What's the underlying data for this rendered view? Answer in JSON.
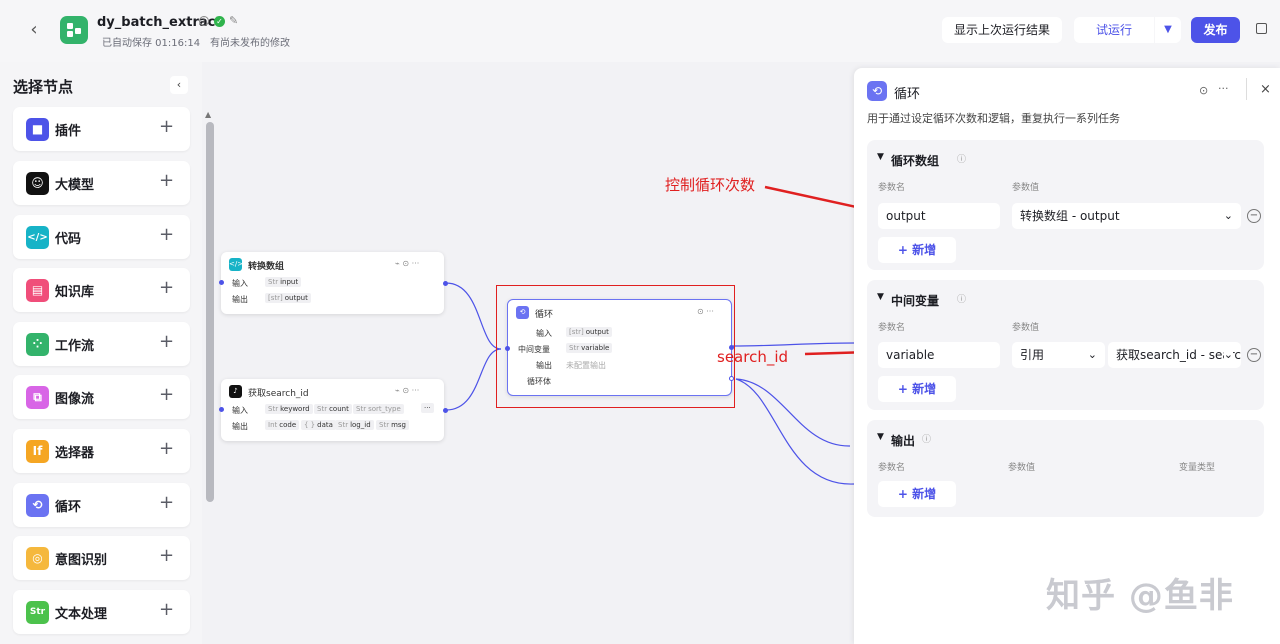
{
  "header": {
    "title": "dy_batch_extract",
    "autosave": "已自动保存 01:16:14",
    "unpublished": "有尚未发布的修改",
    "show_last_run": "显示上次运行结果",
    "trial_run": "试运行",
    "publish": "发布"
  },
  "sidebar": {
    "title": "选择节点",
    "items": [
      {
        "label": "插件",
        "icon": "cube-icon",
        "color": "#4d53e8"
      },
      {
        "label": "大模型",
        "icon": "llm-face-icon",
        "color": "#111111"
      },
      {
        "label": "代码",
        "icon": "code-icon",
        "color": "#17b3c7"
      },
      {
        "label": "知识库",
        "icon": "book-icon",
        "color": "#f04e7a"
      },
      {
        "label": "工作流",
        "icon": "workflow-icon",
        "color": "#33b36b"
      },
      {
        "label": "图像流",
        "icon": "image-flow-icon",
        "color": "#d865e6"
      },
      {
        "label": "选择器",
        "icon": "if-icon",
        "color": "#f5a623"
      },
      {
        "label": "循环",
        "icon": "loop-icon",
        "color": "#6b73f2"
      },
      {
        "label": "意图识别",
        "icon": "intent-icon",
        "color": "#f5b83d"
      },
      {
        "label": "文本处理",
        "icon": "text-icon",
        "color": "#4cc24c"
      }
    ]
  },
  "canvas": {
    "node_convert": {
      "title": "转换数组",
      "in_label": "输入",
      "out_label": "输出",
      "in_type": "Str",
      "in_param": "input",
      "out_type": "[str]",
      "out_param": "output"
    },
    "node_search": {
      "title": "获取search_id",
      "in_label": "输入",
      "out_label": "输出",
      "inputs": [
        {
          "type": "Str",
          "name": "keyword"
        },
        {
          "type": "Str",
          "name": "count"
        },
        {
          "type": "Str",
          "name": "sort_type"
        }
      ],
      "outputs": [
        {
          "type": "Int",
          "name": "code"
        },
        {
          "type": "{ }",
          "name": "data"
        },
        {
          "type": "Str",
          "name": "log_id"
        },
        {
          "type": "Str",
          "name": "msg"
        }
      ]
    },
    "node_loop": {
      "title": "循环",
      "in_label": "输入",
      "mid_label": "中间变量",
      "out_label": "输出",
      "body_label": "循环体",
      "in_type": "[str]",
      "in_param": "output",
      "mid_type": "Str",
      "mid_param": "variable",
      "out_value": "未配置输出"
    },
    "annotation_search_id": "search_id",
    "annotation_loop_count": "控制循环次数"
  },
  "panel": {
    "title": "循环",
    "description": "用于通过设定循环次数和逻辑，重复执行一系列任务",
    "loop_array": {
      "title": "循环数组",
      "param_name_caption": "参数名",
      "param_value_caption": "参数值",
      "name": "output",
      "value": "转换数组 - output",
      "add": "新增"
    },
    "intermediate": {
      "title": "中间变量",
      "param_name_caption": "参数名",
      "param_value_caption": "参数值",
      "name": "variable",
      "ref": "引用",
      "value": "获取search_id - search_id",
      "add": "新增"
    },
    "output": {
      "title": "输出",
      "param_name_caption": "参数名",
      "param_value_caption": "参数值",
      "var_type_caption": "变量类型",
      "add": "新增"
    }
  },
  "watermark": "知乎 @鱼非"
}
